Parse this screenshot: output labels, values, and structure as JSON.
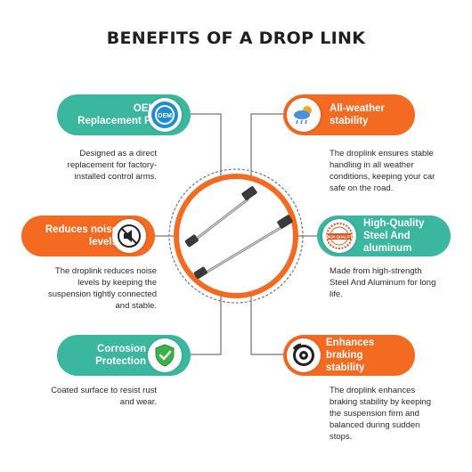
{
  "title": "BENEFITS OF A DROP LINK",
  "benefits": [
    {
      "title_lines": [
        "OEM",
        "Replacement Fit"
      ],
      "description_lines": [
        "Designed as a direct",
        "replacement for factory-",
        "installed control arms."
      ]
    },
    {
      "title_lines": [
        "All-weather",
        "stability"
      ],
      "description_lines": [
        "The droplink ensures stable",
        "handling in all weather",
        "conditions, keeping your car",
        "safe on the road."
      ]
    },
    {
      "title_lines": [
        "Reduces noise",
        "levels"
      ],
      "description_lines": [
        "The droplink reduces noise",
        "levels by keeping the",
        "suspension tightly connected",
        "and stable."
      ]
    },
    {
      "title_lines": [
        "High-Quality",
        "Steel And",
        "aluminum"
      ],
      "description_lines": [
        "Made from high-strength",
        "Steel And Aluminum for long",
        "life."
      ]
    },
    {
      "title_lines": [
        "Corrosion",
        "Protection"
      ],
      "description_lines": [
        "Coated surface to resist rust",
        "and wear."
      ]
    },
    {
      "title_lines": [
        "Enhances",
        "braking",
        "stability"
      ],
      "description_lines": [
        "The droplink enhances",
        "braking stability by keeping",
        "the suspension firm and",
        "balanced during sudden",
        "stops."
      ]
    }
  ],
  "icons": {
    "oem": "oem-badge-icon",
    "weather": "weather-icon",
    "noise": "no-noise-icon",
    "quality": "high-quality-stamp-icon",
    "corrosion": "shield-check-icon",
    "braking": "brake-disc-icon"
  },
  "badge_text": {
    "oem": "OEM",
    "quality": "HIGH QUALITY"
  },
  "colors": {
    "teal": "#3bb7a0",
    "orange": "#f46a21",
    "connector": "#555555",
    "title": "#1f1f1f"
  }
}
